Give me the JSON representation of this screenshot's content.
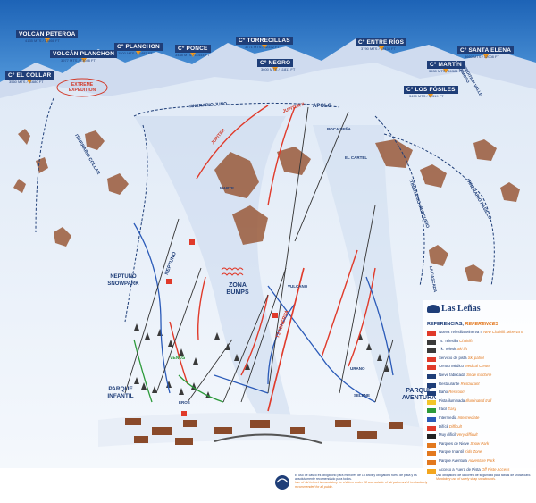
{
  "peaks": [
    {
      "id": "volcan-peteroa",
      "name": "VOLCÁN PETEROA",
      "elev": "4135 MTS / 13566 FT"
    },
    {
      "id": "volcan-planchon",
      "name": "VOLCÁN PLANCHON",
      "elev": "3977 MTS / 13048 FT"
    },
    {
      "id": "planchon",
      "name": "Cº PLANCHON",
      "elev": "3500 MTS / 11483 FT"
    },
    {
      "id": "ponce",
      "name": "Cº PONCE",
      "elev": "3488 MTS / 11444 FT"
    },
    {
      "id": "torrecillas",
      "name": "Cº TORRECILLAS",
      "elev": "3771 MTS / 12372 FT"
    },
    {
      "id": "entre-rios",
      "name": "Cº ENTRE RÍOS",
      "elev": "3790 MTS / 12434 FT"
    },
    {
      "id": "santa-elena",
      "name": "Cº SANTA ELENA",
      "elev": "3660 MTS / 12008 FT"
    },
    {
      "id": "el-collar",
      "name": "Cº EL COLLAR",
      "elev": "3560 MTS / 11680 FT"
    },
    {
      "id": "negro",
      "name": "Cº NEGRO",
      "elev": "3600 MTS / 11811 FT"
    },
    {
      "id": "martin",
      "name": "Cº MARTÍN",
      "elev": "3530 MTS / 11581 FT"
    },
    {
      "id": "los-fosiles",
      "name": "Cº LOS FÓSILES",
      "elev": "3450 MTS / 11319 FT"
    }
  ],
  "labels": {
    "extreme_expedition": "EXTREME EXPEDITION",
    "expedition_valle_hermoso": "EXPEDITION VALLE HERMOSO",
    "itinerario_juno": "ITINERARIO JUNO",
    "itinerario_collar": "ITINERARIO COLLAR",
    "itinerario_mercurio": "ITINERARIO MERCURIO",
    "itinerario_pasillo": "ITINERARIO PASILLO",
    "apolo": "APOLO",
    "jupiter": "JUPITER",
    "jupiter_ii": "JUPITER II",
    "neptuno": "NEPTUNO",
    "neptuno_snowpark": "NEPTUNO SNOWPARK",
    "zona_rumps": "ZONA BUMPS",
    "parque_infantil": "PARQUE INFANTIL",
    "parque_aventura": "PARQUE AVENTURA",
    "marte": "MARTE",
    "venus": "VENUS",
    "minerva": "T3 MINERVA",
    "vulcano": "VULCANO",
    "eros": "EROS",
    "urano": "URANO",
    "selene": "SELENE",
    "las_lenas": "Las Leñas",
    "cascada": "LA CASCADA",
    "el_cartel": "EL CARTEL",
    "boca_sena": "BOCA SEÑA"
  },
  "legend": {
    "title_es": "REFERENCIAS",
    "title_en": "REFERENCES",
    "items": [
      {
        "es": "Nueva Telesilla Minerva II",
        "en": "New Chairlift Minerva II",
        "color": "#e03a2a"
      },
      {
        "es": "Ts: Telesilla",
        "en": "Chairlift",
        "color": "#3a3a3a"
      },
      {
        "es": "Tk: Telesk",
        "en": "Ski lift",
        "color": "#3a3a3a"
      },
      {
        "es": "Servicio de pista",
        "en": "Ski patrol",
        "color": "#e03a2a"
      },
      {
        "es": "Centro Médico",
        "en": "Medical Center",
        "color": "#e03a2a"
      },
      {
        "es": "Nieve fabricada",
        "en": "Snow machine",
        "color": "#1f3e78"
      },
      {
        "es": "Restaurante",
        "en": "Restaurant",
        "color": "#1f3e78"
      },
      {
        "es": "Baño",
        "en": "Restroom",
        "color": "#1f3e78"
      },
      {
        "es": "Pista iluminada",
        "en": "Illuminated trail",
        "color": "#f3c52a"
      },
      {
        "es": "Fácil",
        "en": "Easy",
        "color": "#2c9a3a"
      },
      {
        "es": "Intermedia",
        "en": "Intermediate",
        "color": "#2a5ab8"
      },
      {
        "es": "Difícil",
        "en": "Difficult",
        "color": "#e03a2a"
      },
      {
        "es": "Muy difícil",
        "en": "Very difficult",
        "color": "#222222"
      },
      {
        "es": "Parques de Nieve",
        "en": "Snow Park",
        "color": "#e2781e"
      },
      {
        "es": "Parque Infantil",
        "en": "Kids Zone",
        "color": "#e2781e"
      },
      {
        "es": "Parque Aventura",
        "en": "Adventure Park",
        "color": "#e2781e"
      },
      {
        "es": "Acceso a Fuera de Pista",
        "en": "Off Piste Access",
        "color": "#f3a51d"
      }
    ]
  },
  "footer": {
    "left_es": "El uso de casco es obligatorio para menores de 18 años y obligatorio fuera de pista y es absolutamente recomendado para todos.",
    "left_en": "Use of ski helmet is mandatory for children under 18 and outside of ski paths and it is absolutely recommended for all public.",
    "right_es": "Uso obligatorio de la correa de seguridad para tablas de snowboard.",
    "right_en": "Mandatory use of safety strap snowboards."
  },
  "colors": {
    "brand": "#1f3e78",
    "accent": "#e2781e",
    "easy": "#2c9a3a",
    "intermediate": "#2a5ab8",
    "difficult": "#e03a2a",
    "very_difficult": "#222222"
  }
}
